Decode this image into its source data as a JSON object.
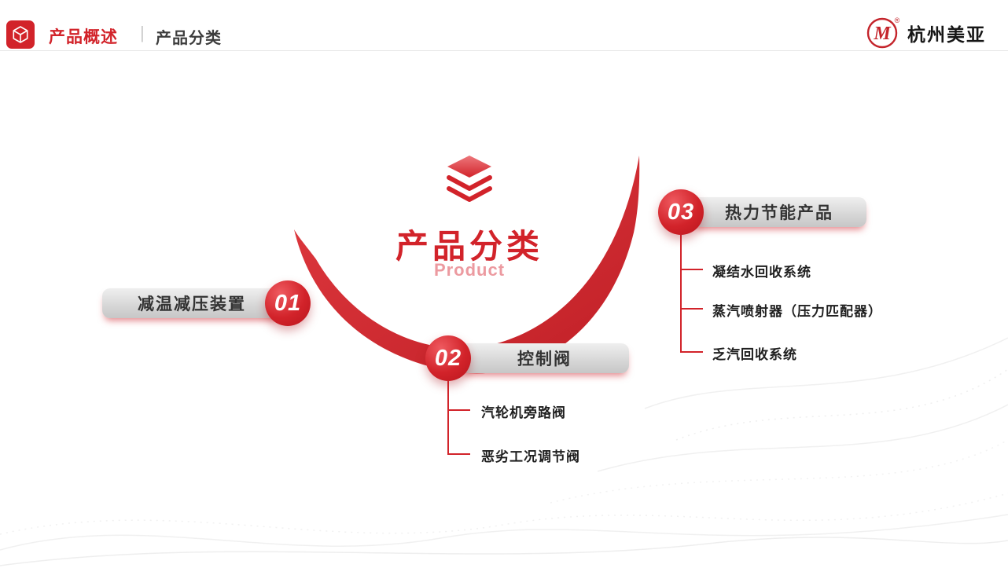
{
  "header": {
    "breadcrumb_primary": "产品概述",
    "breadcrumb_divider": "|",
    "breadcrumb_secondary": "产品分类",
    "brand_name": "杭州美亚",
    "icons": {
      "left": "box-cube-icon",
      "brand": "meiya-m-logo-icon"
    }
  },
  "center": {
    "icon": "stacked-diamond-layers-icon",
    "title": "产品分类",
    "subtitle": "Product"
  },
  "branches": [
    {
      "number": "01",
      "label": "减温减压装置",
      "items": []
    },
    {
      "number": "02",
      "label": "控制阀",
      "items": [
        "汽轮机旁路阀",
        "恶劣工况调节阀"
      ]
    },
    {
      "number": "03",
      "label": "热力节能产品",
      "items": [
        "凝结水回收系统",
        "蒸汽喷射器（压力匹配器）",
        "乏汽回收系统"
      ]
    }
  ],
  "colors": {
    "accent_red": "#d2232a",
    "subtitle_pink": "#ec9aa0",
    "pill_gray": "#d6d6d6",
    "text_dark": "#1f1f1f"
  }
}
